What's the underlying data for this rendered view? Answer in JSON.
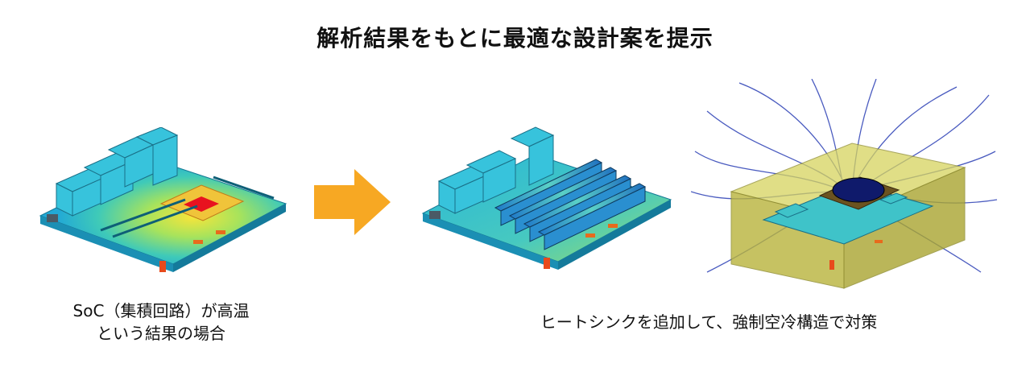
{
  "title": "解析結果をもとに最適な設計案を提示",
  "caption_left": {
    "line1": "SoC（集積回路）が高温",
    "line2": "という結果の場合"
  },
  "caption_right": "ヒートシンクを追加して、強制空冷構造で対策",
  "colors": {
    "arrow": "#f7a823",
    "board_cold": "#29b9d8",
    "board_warm": "#8ee06a",
    "hotspot": "#e8121f",
    "enclosure": "#b8b33c",
    "streamline": "#2b3fb5"
  },
  "icons": {
    "arrow": "right-arrow-icon"
  }
}
